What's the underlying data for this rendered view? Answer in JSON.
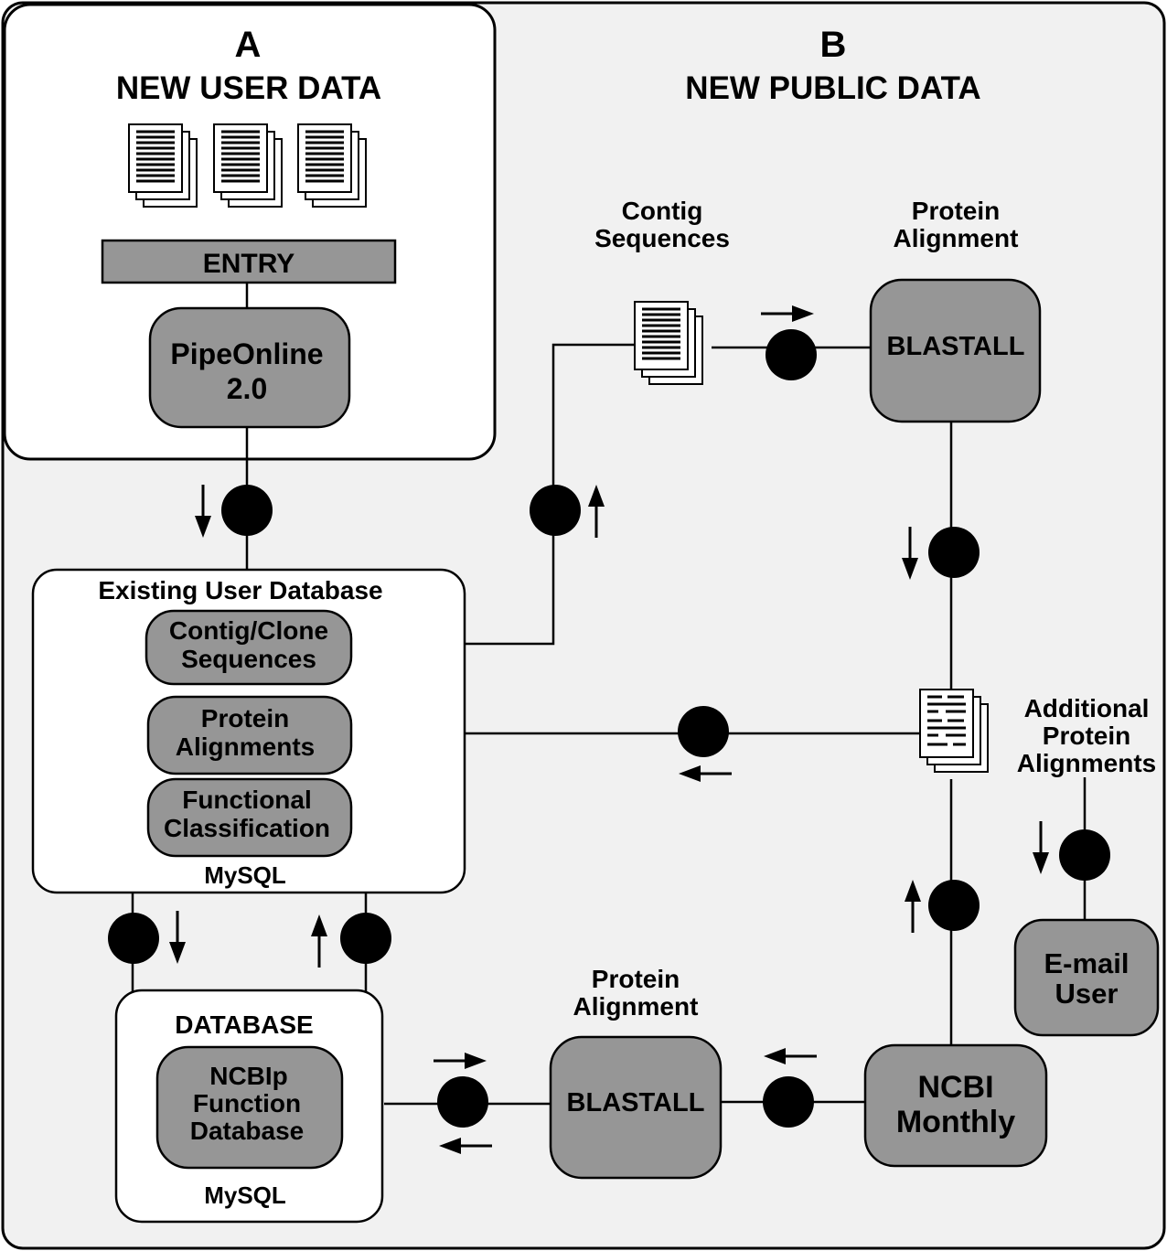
{
  "panel_a": {
    "letter": "A",
    "title": "NEW USER DATA",
    "entry_label": "ENTRY",
    "pipeonline": [
      "PipeOnline",
      "2.0"
    ]
  },
  "panel_b": {
    "letter": "B",
    "title": "NEW PUBLIC DATA"
  },
  "existing_db": {
    "title": "Existing User Database",
    "contig_clone": [
      "Contig/Clone",
      "Sequences"
    ],
    "protein_alignments": [
      "Protein",
      "Alignments"
    ],
    "functional_classification": [
      "Functional",
      "Classification"
    ],
    "engine": "MySQL"
  },
  "function_db": {
    "title": "DATABASE",
    "ncbip": [
      "NCBIp",
      "Function",
      "Database"
    ],
    "engine": "MySQL"
  },
  "contig_sequences_label": [
    "Contig",
    "Sequences"
  ],
  "protein_alignment_top": {
    "label": [
      "Protein",
      "Alignment"
    ],
    "tool": "BLASTALL"
  },
  "protein_alignment_bottom": {
    "label": [
      "Protein",
      "Alignment"
    ],
    "tool": "BLASTALL"
  },
  "additional_alignments": [
    "Additional",
    "Protein",
    "Alignments"
  ],
  "email_user": [
    "E-mail",
    "User"
  ],
  "ncbi_monthly": [
    "NCBI",
    "Monthly"
  ],
  "colors": {
    "background": "#f1f1f1",
    "node_fill": "#969696",
    "line": "#000000",
    "panel_fill": "#ffffff"
  }
}
